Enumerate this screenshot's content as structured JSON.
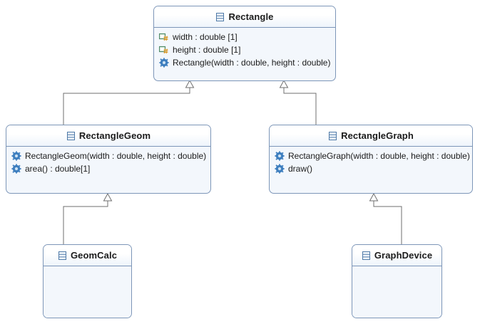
{
  "diagram": {
    "kind": "uml-class-diagram",
    "background": "#ffffff",
    "border_color": "#7d96b8",
    "body_fill": "#f3f7fc",
    "header_fill": "#ffffff",
    "text_color": "#1b1b1b",
    "attribute_icon_color": "#4f8a6a",
    "operation_icon_color": "#3f7fbf"
  },
  "classes": {
    "rectangle": {
      "name": "Rectangle",
      "icon": "uml-class-icon",
      "features": [
        {
          "icon": "attribute-icon",
          "text": "width : double [1]"
        },
        {
          "icon": "attribute-icon",
          "text": "height : double [1]"
        },
        {
          "icon": "operation-icon",
          "text": "Rectangle(width : double, height : double)"
        }
      ]
    },
    "rectangle_geom": {
      "name": "RectangleGeom",
      "icon": "uml-class-icon",
      "features": [
        {
          "icon": "operation-icon",
          "text": "RectangleGeom(width : double, height : double)"
        },
        {
          "icon": "operation-icon",
          "text": "area() : double[1]"
        }
      ]
    },
    "rectangle_graph": {
      "name": "RectangleGraph",
      "icon": "uml-class-icon",
      "features": [
        {
          "icon": "operation-icon",
          "text": "RectangleGraph(width : double, height : double)"
        },
        {
          "icon": "operation-icon",
          "text": "draw()"
        }
      ]
    },
    "geom_calc": {
      "name": "GeomCalc",
      "icon": "uml-class-icon",
      "features": []
    },
    "graph_device": {
      "name": "GraphDevice",
      "icon": "uml-class-icon",
      "features": []
    }
  },
  "relationships": [
    {
      "type": "generalization",
      "source": "RectangleGeom",
      "target": "Rectangle"
    },
    {
      "type": "generalization",
      "source": "RectangleGraph",
      "target": "Rectangle"
    },
    {
      "type": "generalization",
      "source": "GeomCalc",
      "target": "RectangleGeom"
    },
    {
      "type": "generalization",
      "source": "GraphDevice",
      "target": "RectangleGraph"
    }
  ]
}
